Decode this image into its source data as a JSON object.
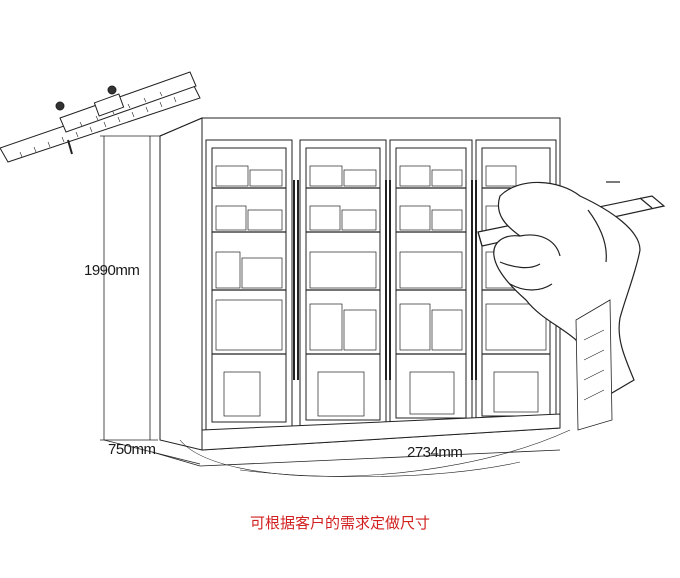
{
  "dimensions": {
    "height": "1990mm",
    "depth": "750mm",
    "width": "2734mm"
  },
  "caption": "可根据客户的需求定做尺寸",
  "colors": {
    "line": "#222222",
    "caption": "#d22020",
    "background": "#ffffff"
  },
  "cabinet": {
    "door_count": 4
  }
}
